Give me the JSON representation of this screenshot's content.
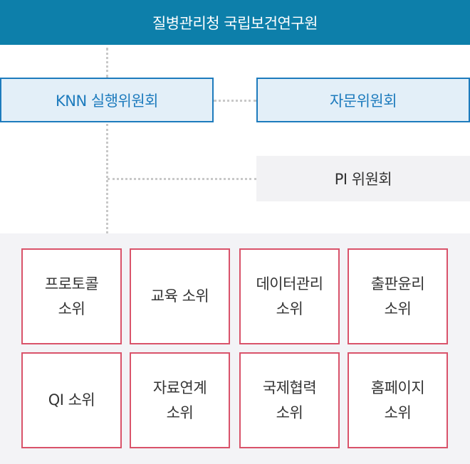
{
  "top": {
    "title": "질병관리청 국립보건연구원"
  },
  "knn_committee": {
    "label": "KNN 실행위원회"
  },
  "advisory_committee": {
    "label": "자문위원회"
  },
  "pi_committee": {
    "label": "PI 위원회"
  },
  "subcommittees": [
    {
      "line1": "프로토콜",
      "line2": "소위"
    },
    {
      "line1": "교육 소위",
      "line2": ""
    },
    {
      "line1": "데이터관리",
      "line2": "소위"
    },
    {
      "line1": "출판윤리",
      "line2": "소위"
    },
    {
      "line1": "QI 소위",
      "line2": ""
    },
    {
      "line1": "자료연계",
      "line2": "소위"
    },
    {
      "line1": "국제협력",
      "line2": "소위"
    },
    {
      "line1": "홈페이지",
      "line2": "소위"
    }
  ]
}
